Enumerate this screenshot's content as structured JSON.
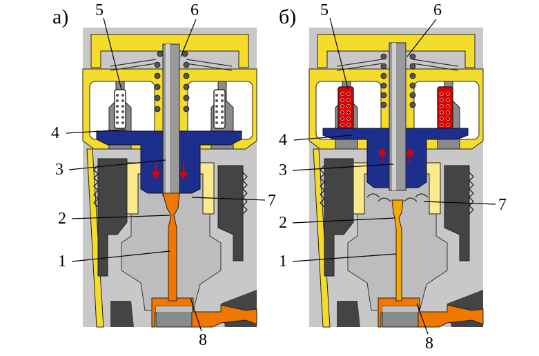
{
  "panels": [
    {
      "id": "a",
      "letter": "а)",
      "labels": {
        "n1": "1",
        "n2": "2",
        "n3": "3",
        "n4": "4",
        "n5": "5",
        "n6": "6",
        "n7": "7",
        "n8": "8"
      }
    },
    {
      "id": "b",
      "letter": "б)",
      "labels": {
        "n1": "1",
        "n2": "2",
        "n3": "3",
        "n4": "4",
        "n5": "5",
        "n6": "6",
        "n7": "7",
        "n8": "8"
      }
    }
  ],
  "colors": {
    "body_gray": "#c8c8c8",
    "dark_gray": "#444444",
    "mid_gray": "#8a8a8a",
    "yellow": "#f5dc2a",
    "yellow_light": "#fbea8c",
    "blue": "#1c2f8c",
    "orange": "#f07800",
    "orange_light": "#f8a800",
    "red": "#e00000",
    "coil_white": "#ffffff"
  }
}
